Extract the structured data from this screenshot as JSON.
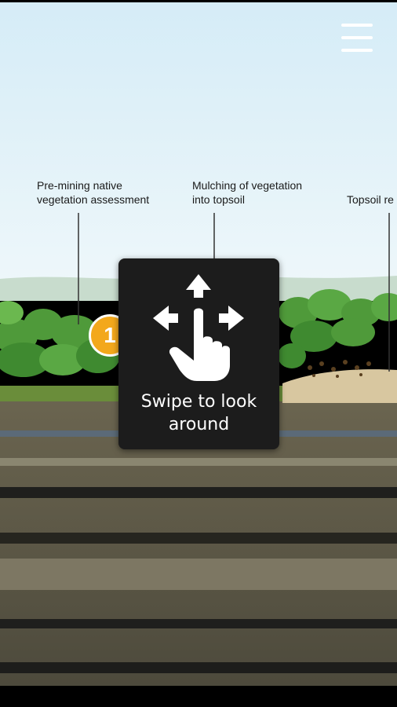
{
  "menu": {
    "icon": "hamburger-menu-icon"
  },
  "labels": {
    "pre_mining": "Pre-mining native\nvegetation assessment",
    "mulching": "Mulching of vegetation\ninto topsoil",
    "topsoil": "Topsoil re"
  },
  "marker": {
    "number": "1",
    "color": "#f3a81c"
  },
  "overlay": {
    "icon": "swipe-gesture-icon",
    "text": "Swipe to look\naround"
  },
  "colors": {
    "sky_top": "#d9eef8",
    "sky_bottom": "#eaf5f9",
    "vegetation": "#4f9a3a",
    "soil": "#5e5a47",
    "overlay_bg": "#1c1c1c"
  }
}
